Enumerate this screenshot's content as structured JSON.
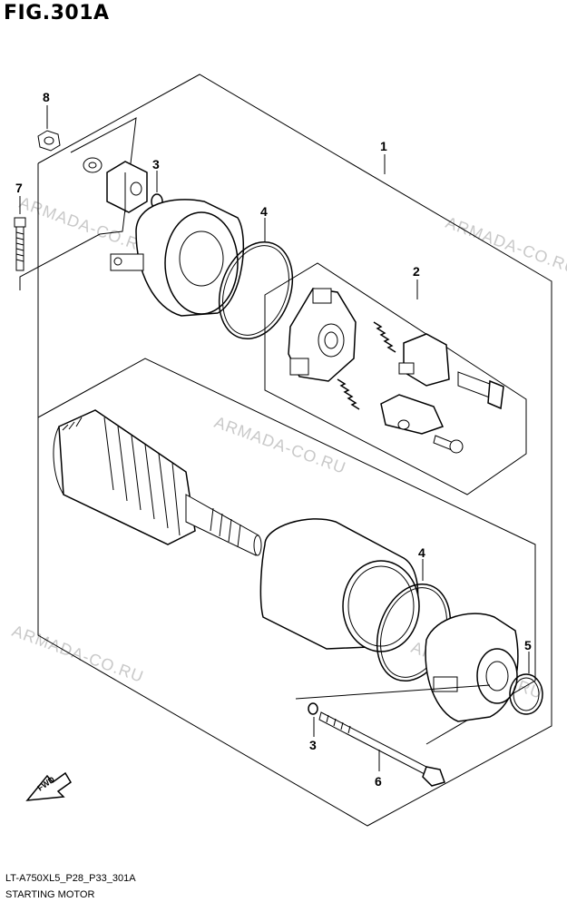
{
  "figure": {
    "title": "FIG.301A",
    "code": "LT-A750XL5_P28_P33_301A",
    "caption": "STARTING MOTOR"
  },
  "callouts": [
    {
      "id": "c1",
      "label": "1"
    },
    {
      "id": "c2",
      "label": "2"
    },
    {
      "id": "c3a",
      "label": "3"
    },
    {
      "id": "c4a",
      "label": "4"
    },
    {
      "id": "c4b",
      "label": "4"
    },
    {
      "id": "c5",
      "label": "5"
    },
    {
      "id": "c3b",
      "label": "3"
    },
    {
      "id": "c6",
      "label": "6"
    },
    {
      "id": "c7",
      "label": "7"
    },
    {
      "id": "c8",
      "label": "8"
    }
  ],
  "watermark": "ARMADA-CO.RU",
  "fwd_label": "FWD"
}
